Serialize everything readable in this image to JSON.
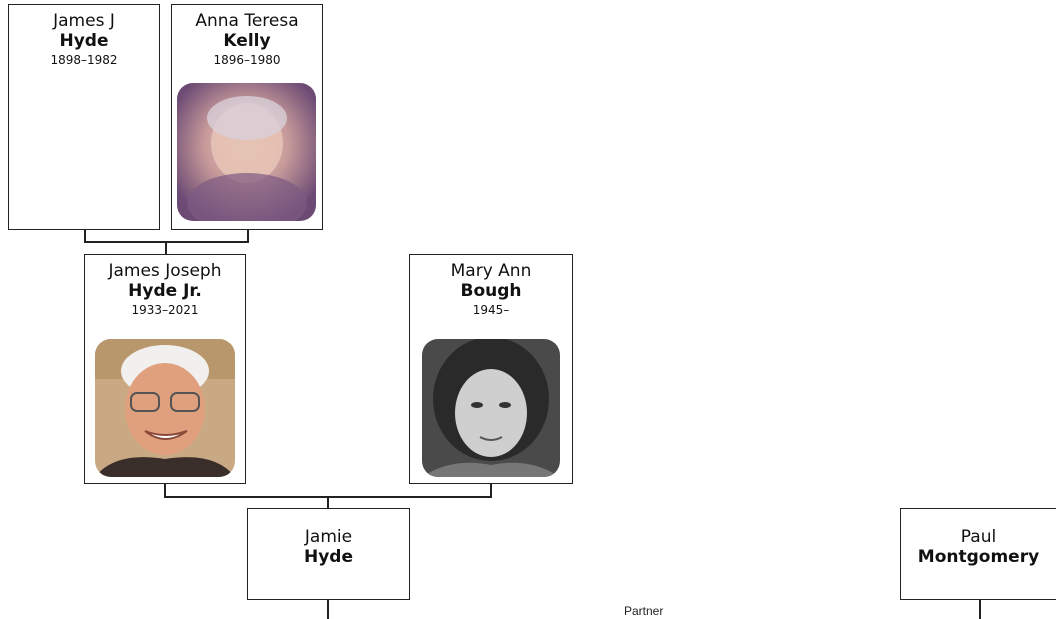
{
  "people": {
    "james_j": {
      "given": "James J",
      "surname": "Hyde",
      "years": "1898–1982"
    },
    "anna": {
      "given": "Anna Teresa",
      "surname": "Kelly",
      "years": "1896–1980"
    },
    "james_jr": {
      "given": "James Joseph",
      "surname": "Hyde Jr.",
      "years": "1933–2021"
    },
    "mary": {
      "given": "Mary Ann",
      "surname": "Bough",
      "years": "1945–"
    },
    "jamie": {
      "given": "Jamie",
      "surname": "Hyde"
    },
    "paul": {
      "given": "Paul",
      "surname": "Montgomery"
    }
  },
  "relationship_label": "Partner",
  "colors": {
    "border": "#222222",
    "background": "#ffffff"
  }
}
